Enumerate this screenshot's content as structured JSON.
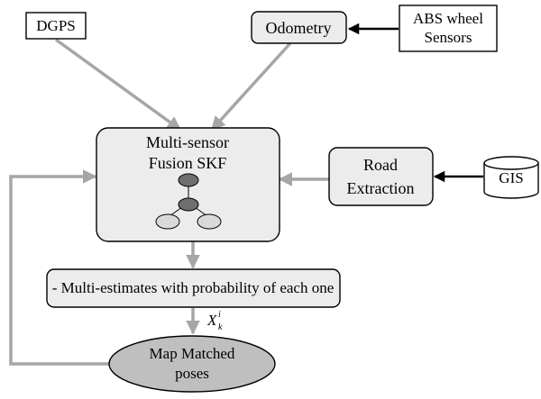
{
  "colors": {
    "box_fill": "#ececec",
    "ellipse_fill": "#bfbfbf",
    "arrow_gray": "#a6a6a6",
    "arrow_black": "#000000"
  },
  "nodes": {
    "dgps": "DGPS",
    "odometry": "Odometry",
    "abs_line1": "ABS wheel",
    "abs_line2": "Sensors",
    "fusion_line1": "Multi-sensor",
    "fusion_line2": "Fusion SKF",
    "road_line1": "Road",
    "road_line2": "Extraction",
    "gis": "GIS",
    "multi_estimates": "- Multi-estimates with probability of each one",
    "map_line1": "Map Matched",
    "map_line2": "poses"
  },
  "edge_label": {
    "base": "X",
    "sub": "k",
    "sup": "i"
  }
}
